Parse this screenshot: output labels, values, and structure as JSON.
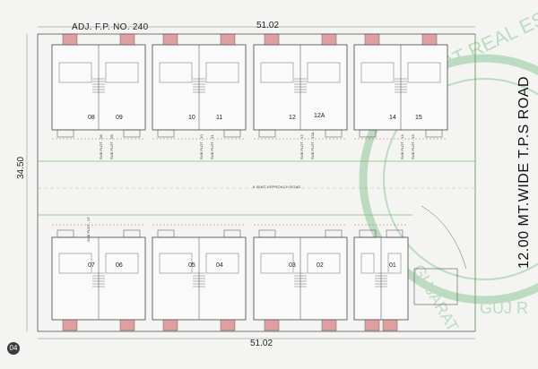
{
  "plan": {
    "adjacent_label": "ADJ. F.P. NO. 240",
    "top_dimension": "51.02",
    "bottom_dimension": "51.02",
    "side_dimension": "34.50",
    "road_label": "12.00 MT.WIDE T.P.S ROAD",
    "approach_road_label": "9.00MT APPROACH ROAD",
    "page_number": "04",
    "watermark_text": "GUJARAT REAL ESTATE",
    "colors": {
      "line": "#444444",
      "hatch": "#d98a8a",
      "green": "#7fbf6a",
      "watermark": "#8fc79a"
    }
  },
  "top_units": [
    "08",
    "09",
    "10",
    "11",
    "12",
    "12A",
    "14",
    "15"
  ],
  "bottom_units": [
    "07",
    "06",
    "05",
    "04",
    "03",
    "02",
    "01"
  ],
  "subplots_top": [
    "SUB PLOT - 08",
    "SUB PLOT - 09",
    "SUB PLOT - 10",
    "SUB PLOT - 11",
    "SUB PLOT - 12",
    "SUB PLOT - 12A",
    "SUB PLOT - 14",
    "SUB PLOT - 15"
  ],
  "subplot_bottom": "SUB PLOT - 07"
}
